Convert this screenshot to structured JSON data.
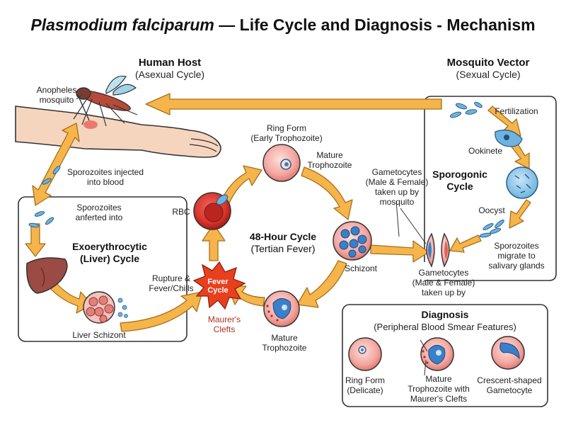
{
  "title": {
    "organism": "Plasmodium falciparum",
    "rest": " — Life Cycle and Diagnosis - Mechanism"
  },
  "human_host": {
    "title": "Human Host",
    "subtitle": "(Asexual Cycle)"
  },
  "mosquito_vector": {
    "title": "Mosquito Vector",
    "subtitle": "(Sexual Cycle)"
  },
  "anopheles": [
    "Anopheles",
    "mosquito"
  ],
  "sporozoites_injected": [
    "Sporozoites injected",
    "into blood"
  ],
  "sporozoites_liver": [
    "Sporozoites",
    "anferted into"
  ],
  "liver_cycle": [
    "Exoerythrocytic",
    "(Liver) Cycle"
  ],
  "liver_schizont": "Liver Schizont",
  "rbc": "RBC",
  "ring_form": [
    "Ring Form",
    "(Early Trophozoite)"
  ],
  "mature_troph_top": [
    "Mature",
    "Trophozoite"
  ],
  "center_cycle": {
    "title": "48-Hour Cycle",
    "subtitle": "(Tertian Fever)"
  },
  "schizont": "Schizont",
  "mature_troph_bottom": [
    "Mature",
    "Trophozoite"
  ],
  "maurers_clefts": [
    "Maurer's",
    "Clefts"
  ],
  "rupture": [
    "Rupture &",
    "Fever/Chills"
  ],
  "fever_cycle": [
    "Fever",
    "Cycle"
  ],
  "gametocytes_top": [
    "Gametocytes",
    "(Male & Female)",
    "taken up by",
    "mosquito"
  ],
  "gametocytes_bottom": [
    "Gametocytes",
    "(Male & Female)",
    "taken up by"
  ],
  "fertilization": "Fertilization",
  "ookinete": "Ookinete",
  "sporogonic": [
    "Sporogonic",
    "Cycle"
  ],
  "oocyst": "Oocyst",
  "sporozoites_migrate": [
    "Sporozoites",
    "migrate to",
    "salivary glands"
  ],
  "diagnosis": {
    "title": "Diagnosis",
    "subtitle": "(Peripheral Blood Smear Features)",
    "items": [
      {
        "lines": [
          "Ring Form",
          "(Delicate)"
        ]
      },
      {
        "lines": [
          "Mature",
          "Trophozoite with",
          "Maurer's Clefts"
        ]
      },
      {
        "lines": [
          "Crescent-shaped",
          "Gametocyte"
        ]
      }
    ]
  },
  "colors": {
    "arrow": "#f5b54a",
    "arrow_stroke": "#a86f1c",
    "rbc": "#f4a6a0",
    "rbc_dark": "#d8342c",
    "nucleus": "#3a7fc8",
    "skin": "#f6d5bf",
    "liver": "#9b4a44",
    "fever": "#e8401e"
  }
}
